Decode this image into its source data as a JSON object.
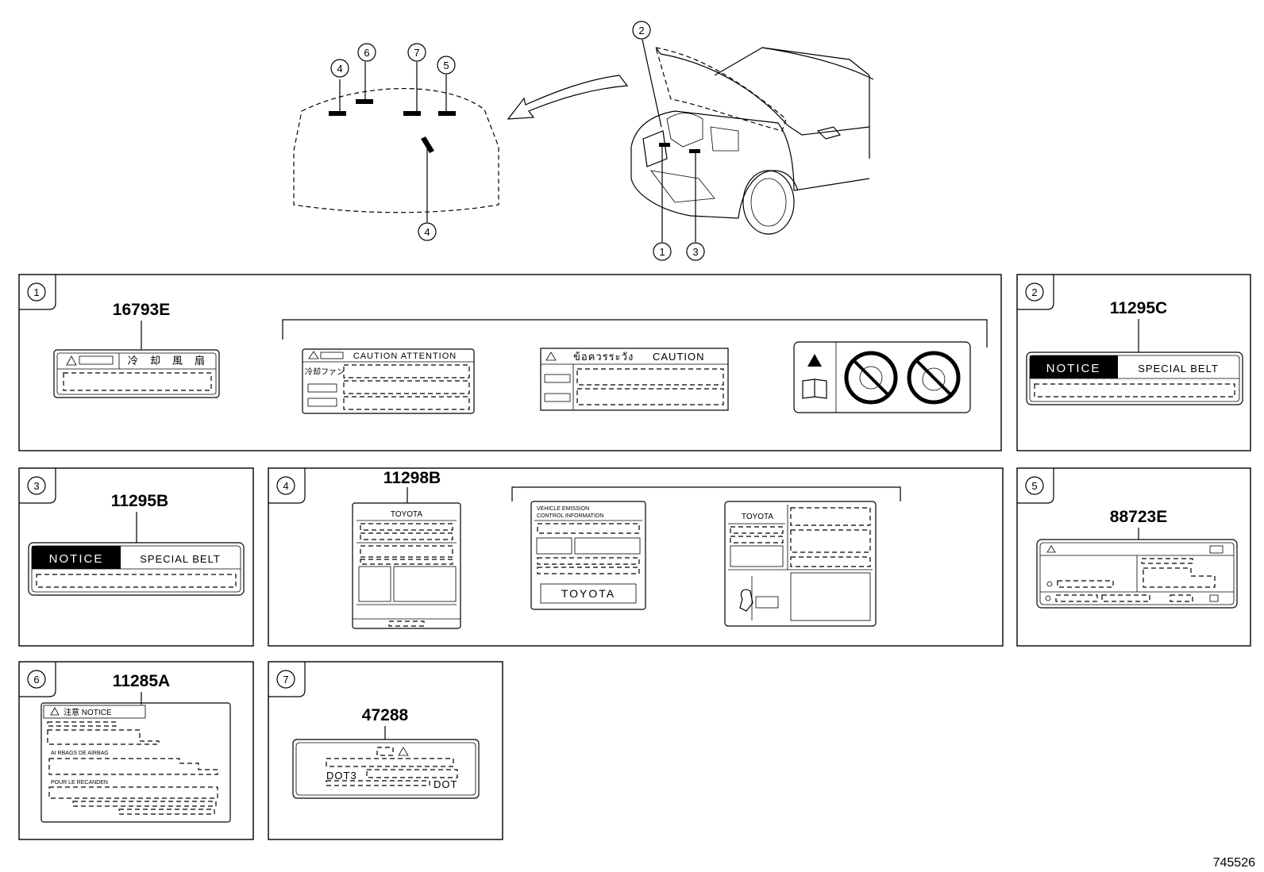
{
  "title": "",
  "reference_code": "745526",
  "callouts": {
    "overview_hood": [
      "4",
      "6",
      "7",
      "5",
      "4"
    ],
    "overview_car": [
      "2",
      "1",
      "3"
    ]
  },
  "panels": [
    {
      "index": "1",
      "part": "16793E"
    },
    {
      "index": "2",
      "part": "11295C"
    },
    {
      "index": "3",
      "part": "11295B"
    },
    {
      "index": "4",
      "part": "11298B"
    },
    {
      "index": "5",
      "part": "88723E"
    },
    {
      "index": "6",
      "part": "11285A"
    },
    {
      "index": "7",
      "part": "47288"
    }
  ],
  "labels": {
    "p1_a_header": "冷　却　風　扇",
    "p1_b_header": "CAUTION  ATTENTION",
    "p1_b_side": "冷却ファン",
    "p1_c_header_thai": "ข้อควรระวัง",
    "p1_c_header": "CAUTION",
    "p2_notice": "NOTICE",
    "p2_belt": "SPECIAL BELT",
    "p3_notice": "NOTICE",
    "p3_belt": "SPECIAL BELT",
    "p4_a_brand": "TOYOTA",
    "p4_b_line1": "VEHICLE EMISSION",
    "p4_b_line2": "CONTROL INFORMATION",
    "p4_b_brand": "TOYOTA",
    "p4_c_brand": "TOYOTA",
    "p6_header": "注意  NOTICE",
    "p6_line1": "AI RBAGS DE AIRBAG",
    "p6_line2": "POUR LE RECANDEN",
    "p7_dot3": "DOT3",
    "p7_dot": "DOT"
  }
}
